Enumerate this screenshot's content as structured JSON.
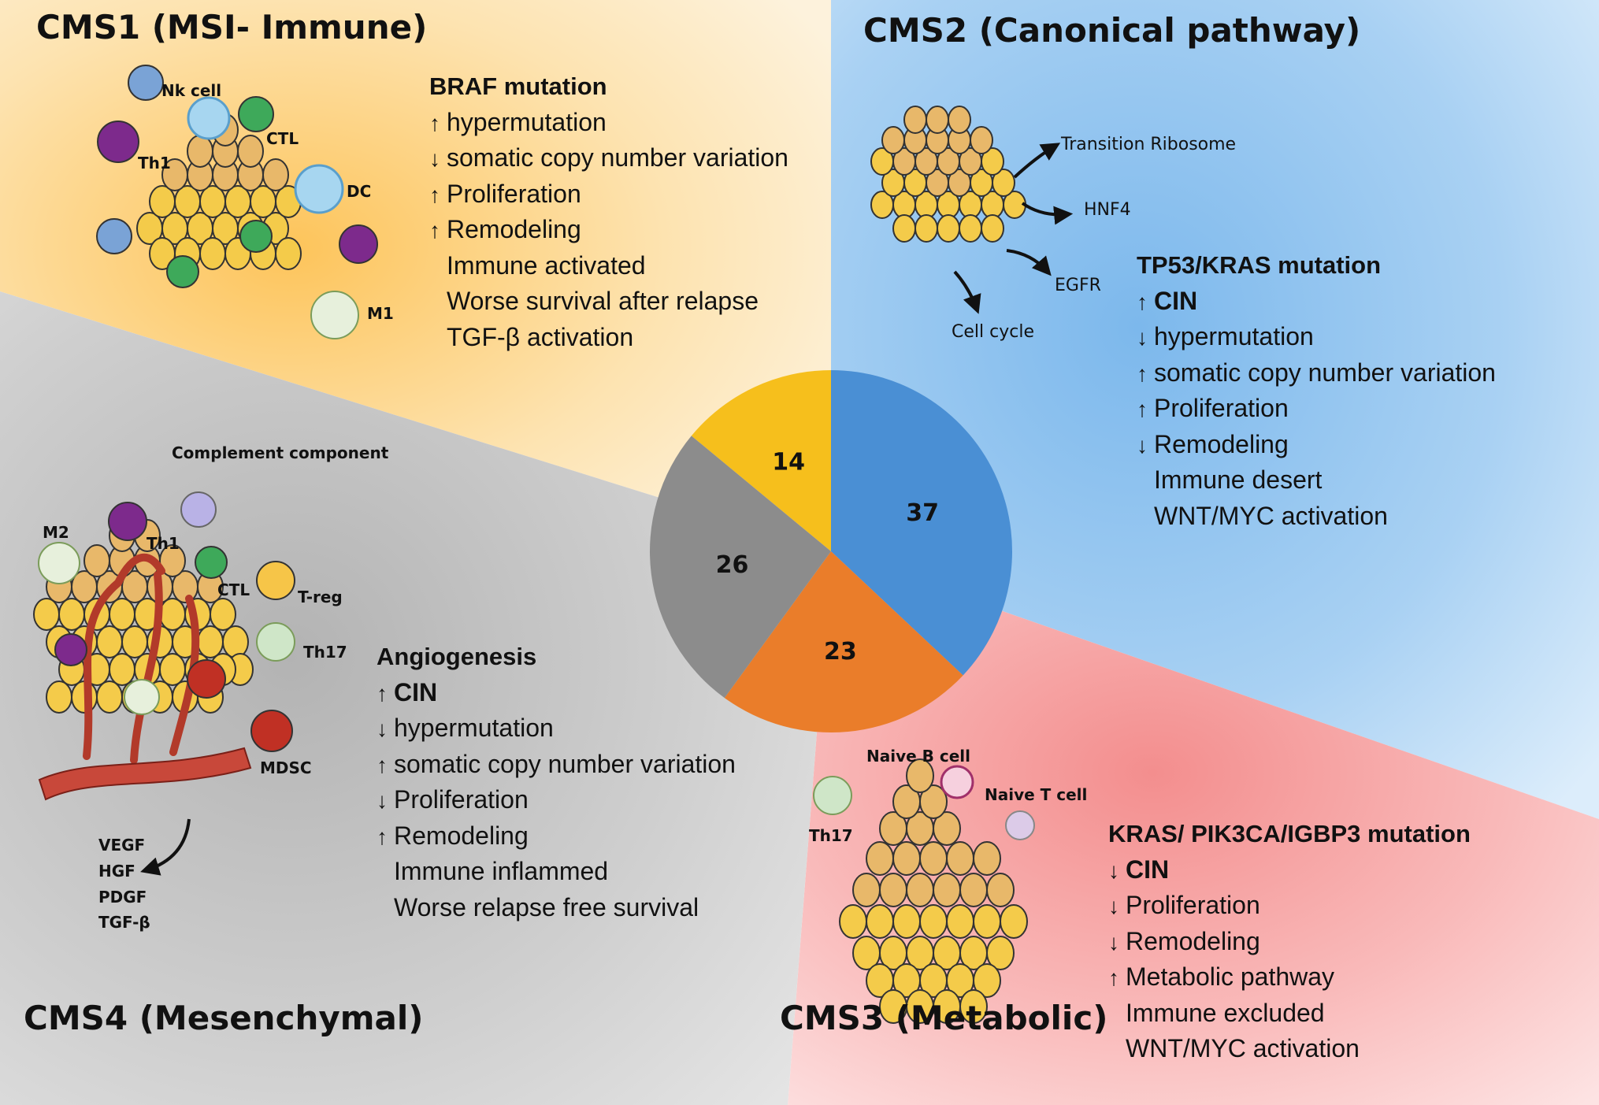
{
  "quadrants": {
    "cms1": {
      "title": "CMS1 (MSI- Immune)",
      "color": "#fde3a8",
      "heading": "BRAF mutation",
      "items": [
        {
          "dir": "up",
          "text": "hypermutation"
        },
        {
          "dir": "down",
          "text": "somatic copy number variation"
        },
        {
          "dir": "up",
          "text": "Proliferation"
        },
        {
          "dir": "up",
          "text": "Remodeling"
        },
        {
          "dir": "none",
          "text": "Immune activated"
        },
        {
          "dir": "none",
          "text": "Worse survival after relapse"
        },
        {
          "dir": "none",
          "text": "TGF-β activation"
        }
      ],
      "cell_labels": [
        "Nk cell",
        "CTL",
        "Th1",
        "DC",
        "M1"
      ]
    },
    "cms2": {
      "title": "CMS2 (Canonical pathway)",
      "color": "#8ec3ee",
      "heading": "TP53/KRAS mutation",
      "items": [
        {
          "dir": "up",
          "text": "CIN",
          "bold": true
        },
        {
          "dir": "down",
          "text": "hypermutation"
        },
        {
          "dir": "up",
          "text": "somatic copy number variation"
        },
        {
          "dir": "up",
          "text": "Proliferation"
        },
        {
          "dir": "down",
          "text": "Remodeling"
        },
        {
          "dir": "none",
          "text": "Immune desert"
        },
        {
          "dir": "none",
          "text": "WNT/MYC activation"
        }
      ],
      "pathway_labels": [
        "Transition Ribosome",
        "HNF4",
        "EGFR",
        "Cell cycle"
      ]
    },
    "cms3": {
      "title": "CMS3 (Metabolic)",
      "color": "#f7a9a9",
      "heading": "KRAS/ PIK3CA/IGBP3 mutation",
      "items": [
        {
          "dir": "down",
          "text": "CIN",
          "bold": true
        },
        {
          "dir": "down",
          "text": "Proliferation"
        },
        {
          "dir": "down",
          "text": "Remodeling"
        },
        {
          "dir": "up",
          "text": "Metabolic pathway"
        },
        {
          "dir": "none",
          "text": "Immune excluded"
        },
        {
          "dir": "none",
          "text": "WNT/MYC activation"
        }
      ],
      "cell_labels": [
        "Naive B cell",
        "Naive T cell",
        "Th17"
      ]
    },
    "cms4": {
      "title": "CMS4 (Mesenchymal)",
      "color": "#c8c8c8",
      "heading": "Angiogenesis",
      "items": [
        {
          "dir": "up",
          "text": "CIN",
          "bold": true
        },
        {
          "dir": "down",
          "text": "hypermutation"
        },
        {
          "dir": "up",
          "text": "somatic copy number variation"
        },
        {
          "dir": "down",
          "text": "Proliferation"
        },
        {
          "dir": "up",
          "text": "Remodeling"
        },
        {
          "dir": "none",
          "text": "Immune inflammed"
        },
        {
          "dir": "none",
          "text": "Worse relapse free survival"
        }
      ],
      "cell_labels": [
        "Complement component",
        "M2",
        "Th1",
        "CTL",
        "T-reg",
        "Th17",
        "MDSC"
      ],
      "factors": [
        "VEGF",
        "HGF",
        "PDGF",
        "TGF-β"
      ]
    }
  },
  "pie": {
    "slices": [
      {
        "label": "14",
        "value": 14,
        "color": "#f6bf1c"
      },
      {
        "label": "37",
        "value": 37,
        "color": "#4a8fd4"
      },
      {
        "label": "23",
        "value": 23,
        "color": "#ea7d2a"
      },
      {
        "label": "26",
        "value": 26,
        "color": "#8c8c8c"
      }
    ]
  }
}
